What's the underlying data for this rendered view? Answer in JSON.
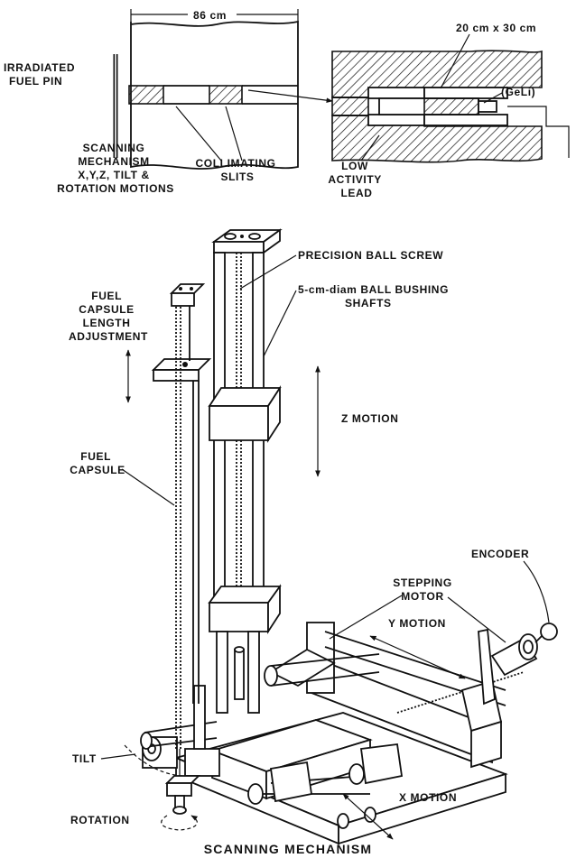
{
  "top_diagram": {
    "width_dim": "86 cm",
    "aperture_dim": "20 cm x 30 cm",
    "detector": "(GeLi)",
    "irradiated_fuel_pin": [
      "IRRADIATED",
      "FUEL PIN"
    ],
    "scanning_mechanism": [
      "SCANNING",
      "MECHANISM",
      "X,Y,Z, TILT &",
      "ROTATION MOTIONS"
    ],
    "collimating_slits": [
      "COLLIMATING",
      "SLITS"
    ],
    "low_activity_lead": [
      "LOW",
      "ACTIVITY",
      "LEAD"
    ]
  },
  "main_diagram": {
    "precision_ball_screw": "PRECISION BALL SCREW",
    "ball_bushing_shafts": [
      "5-cm-diam BALL BUSHING",
      "SHAFTS"
    ],
    "fuel_capsule_length": [
      "FUEL",
      "CAPSULE",
      "LENGTH",
      "ADJUSTMENT"
    ],
    "z_motion": "Z MOTION",
    "fuel_capsule": [
      "FUEL",
      "CAPSULE"
    ],
    "encoder": "ENCODER",
    "stepping_motor": [
      "STEPPING",
      "MOTOR"
    ],
    "y_motion": "Y MOTION",
    "tilt": "TILT",
    "rotation": "ROTATION",
    "x_motion": "X MOTION"
  },
  "caption": "SCANNING MECHANISM"
}
